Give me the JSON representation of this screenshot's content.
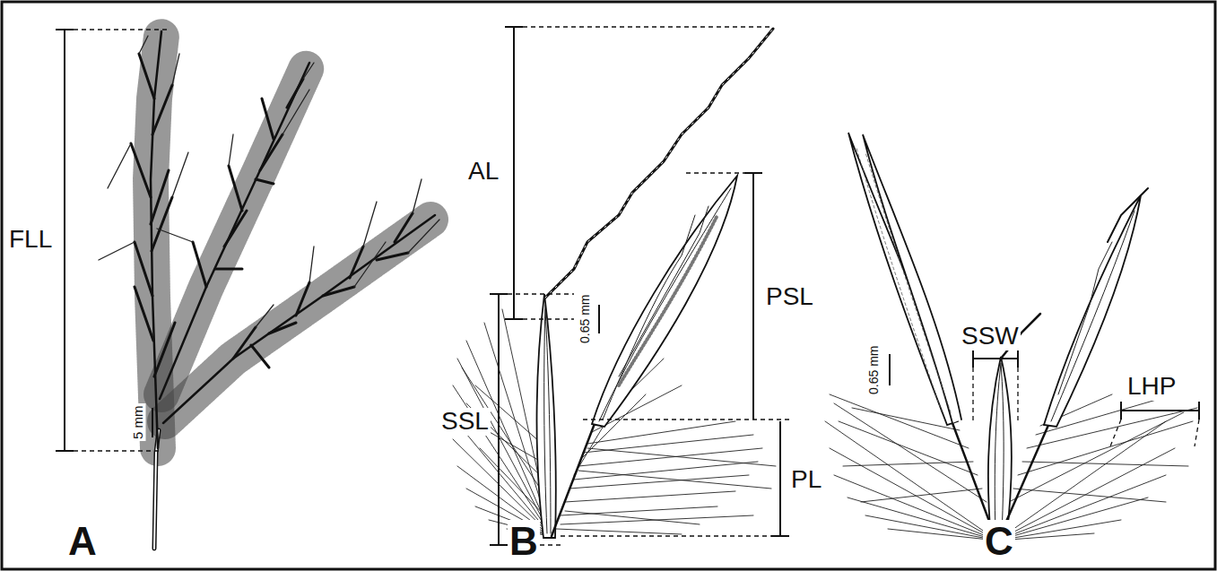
{
  "diagram": {
    "labels": [
      "FLL",
      "5 mm",
      "A",
      "AL",
      "0.65 mm",
      "PSL",
      "SSL",
      "PL",
      "B",
      "SSW",
      "LHP",
      "0.65 mm",
      "C"
    ]
  }
}
